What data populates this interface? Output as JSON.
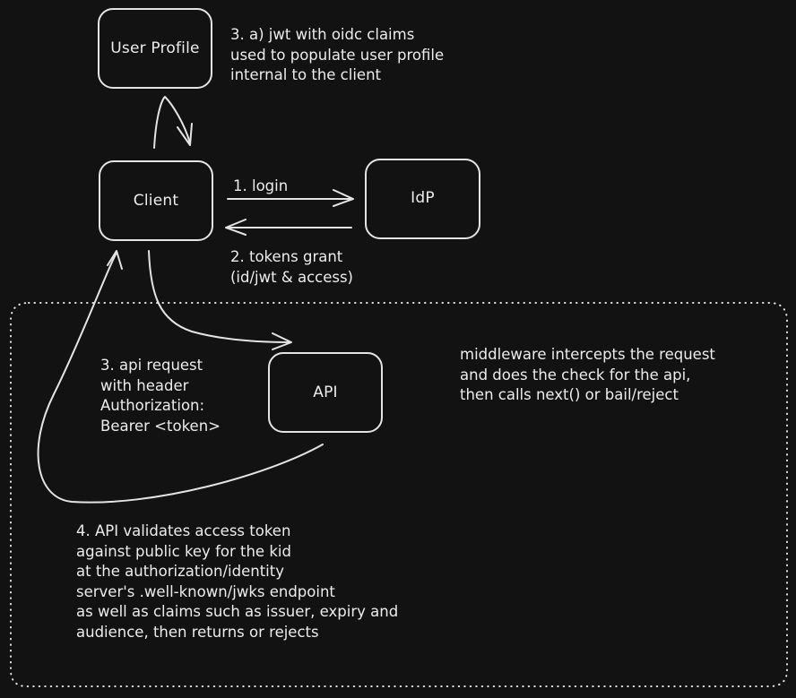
{
  "diagram": {
    "nodes": {
      "user_profile": "User Profile",
      "client": "Client",
      "idp": "IdP",
      "api": "API"
    },
    "notes": {
      "profile_note": [
        "3. a) jwt with oidc claims",
        "used to populate user profile",
        "internal to the client"
      ],
      "login": [
        "1. login"
      ],
      "tokens": [
        "2. tokens grant",
        "(id/jwt & access)"
      ],
      "api_request": [
        "3. api request",
        "with header",
        "Authorization:",
        "Bearer <token>"
      ],
      "middleware": [
        "middleware intercepts the request",
        "and does the check for the api,",
        "then calls next() or bail/reject"
      ],
      "validation": [
        "4. API validates access token",
        "against public key for the kid",
        "at the authorization/identity",
        "server's .well-known/jwks endpoint",
        "as well as claims such as issuer, expiry and",
        "audience, then returns or rejects"
      ]
    }
  }
}
